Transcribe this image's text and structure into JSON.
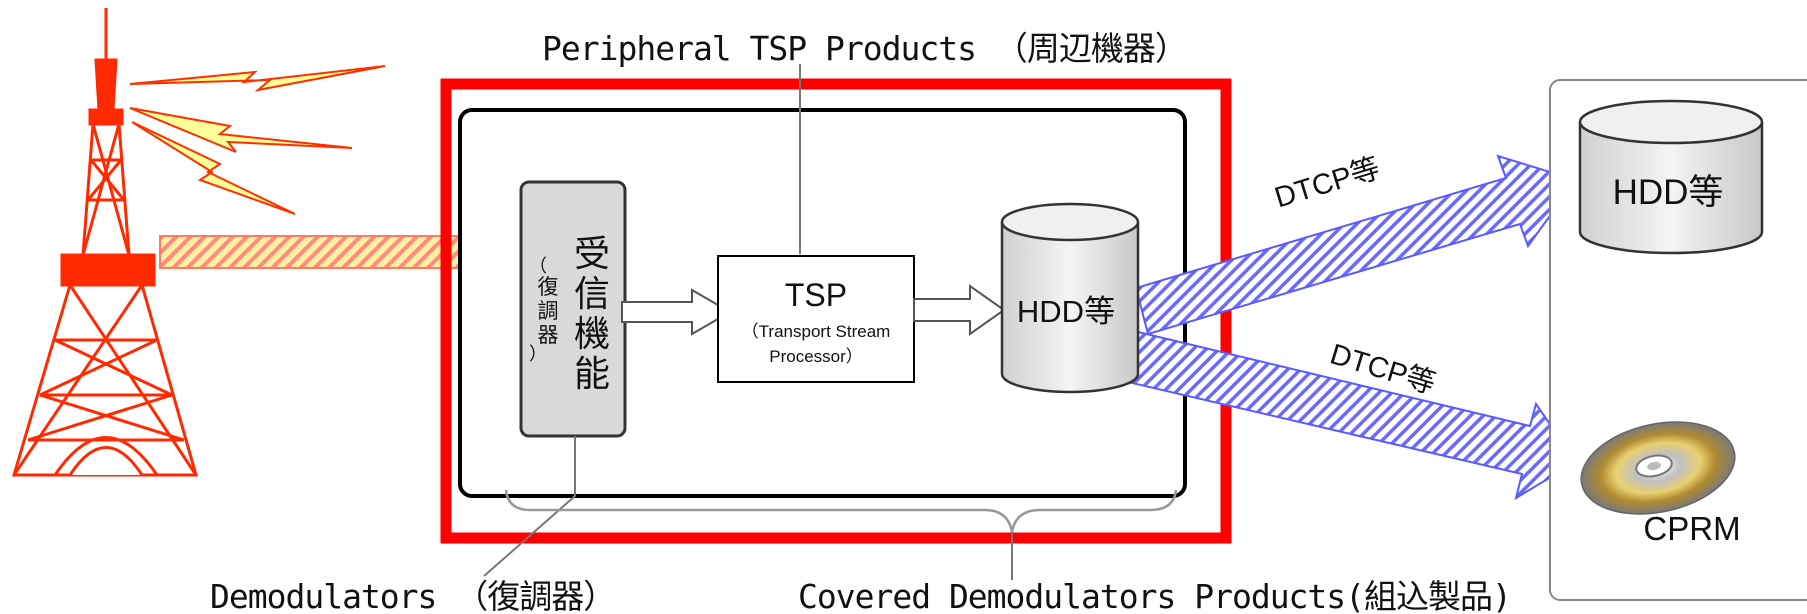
{
  "labels": {
    "peripheral": "Peripheral TSP Products （周辺機器）",
    "demodulators": "Demodulators （復調器）",
    "covered": "Covered Demodulators Products(組込製品)"
  },
  "receiver": {
    "main": [
      "受",
      "信",
      "機",
      "能"
    ],
    "sub": [
      "（",
      "復",
      "調",
      "器",
      "）"
    ]
  },
  "tsp": {
    "title": "TSP",
    "sub1": "（Transport Stream",
    "sub2": "Processor）"
  },
  "inner_hdd": "HDD等",
  "outer_hdd": "HDD等",
  "cprm": "CPRM",
  "dtcp_upper": "DTCP等",
  "dtcp_lower": "DTCP等",
  "colors": {
    "tower": "#ff2a00",
    "outer_frame": "#ff0000",
    "broadcast_arrow_stripe": "#ff8a80",
    "broadcast_arrow_fill": "#fff0a0",
    "dtcp_arrow_stripe": "#6a6aff",
    "lightning_fill": "#ffff99",
    "lightning_stroke": "#ff3000"
  }
}
